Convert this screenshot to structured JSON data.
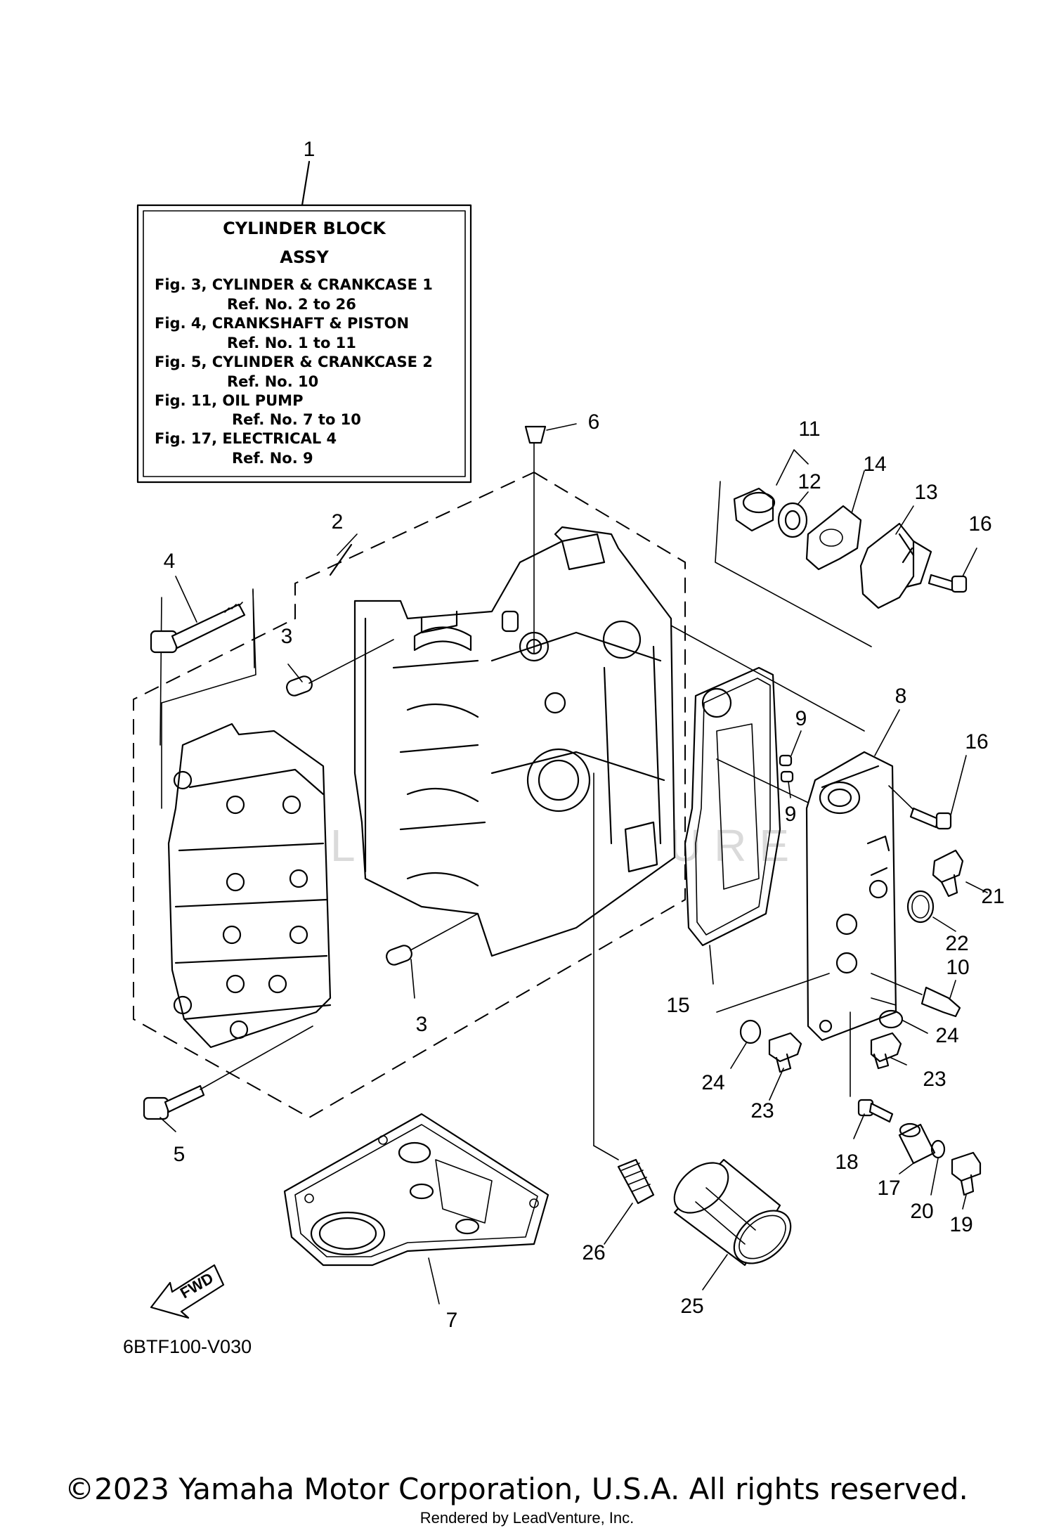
{
  "info_box": {
    "title": "CYLINDER BLOCK",
    "subtitle": "ASSY",
    "lines": [
      "Fig. 3, CYLINDER & CRANKCASE 1",
      "Ref. No. 2 to 26",
      "Fig. 4, CRANKSHAFT & PISTON",
      "Ref. No. 1 to 11",
      "Fig. 5, CYLINDER & CRANKCASE 2",
      "Ref. No. 10",
      "Fig. 11, OIL PUMP",
      "Ref. No. 7 to 10",
      "Fig. 17, ELECTRICAL 4",
      "Ref. No. 9"
    ]
  },
  "callouts": {
    "c1": "1",
    "c2": "2",
    "c3a": "3",
    "c3b": "3",
    "c4": "4",
    "c5": "5",
    "c6": "6",
    "c7": "7",
    "c8": "8",
    "c9a": "9",
    "c9b": "9",
    "c10": "10",
    "c11": "11",
    "c12": "12",
    "c13": "13",
    "c14": "14",
    "c15": "15",
    "c16a": "16",
    "c16b": "16",
    "c17": "17",
    "c18": "18",
    "c19": "19",
    "c20": "20",
    "c21": "21",
    "c22": "22",
    "c23a": "23",
    "c23b": "23",
    "c24a": "24",
    "c24b": "24",
    "c25": "25",
    "c26": "26"
  },
  "fwd_label": "FWD",
  "diagram_code": "6BTF100-V030",
  "copyright": "©2023 Yamaha Motor Corporation, U.S.A. All rights reserved.",
  "rendered_by": "Rendered by LeadVenture, Inc.",
  "watermark": "LEADVENTURE"
}
